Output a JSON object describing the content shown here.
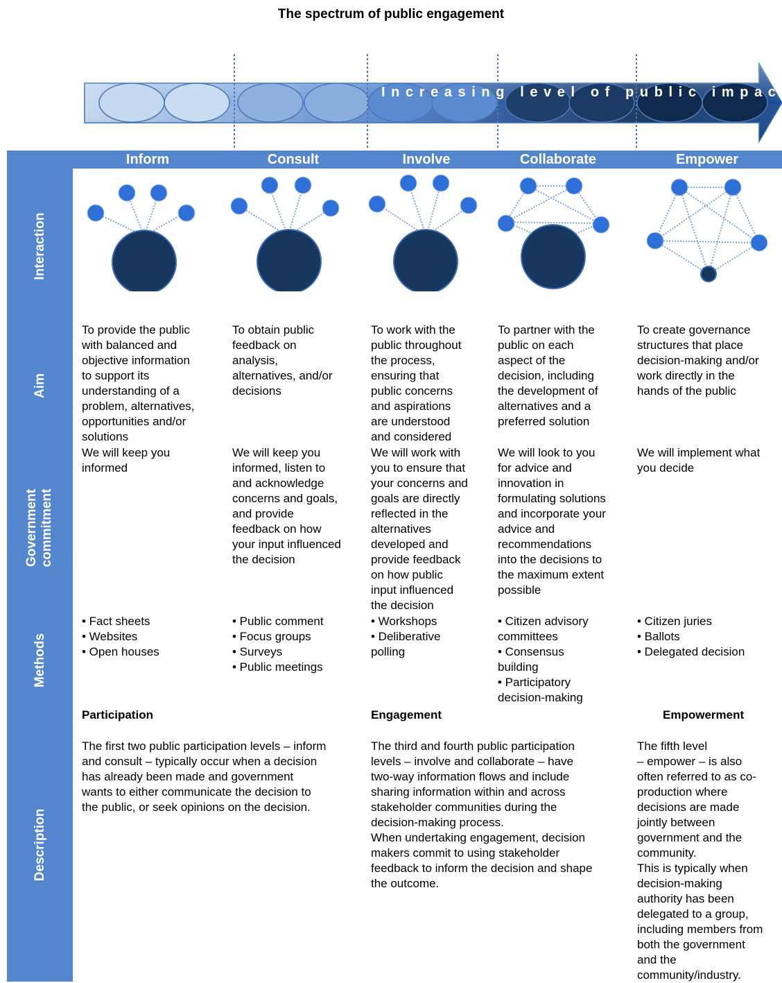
{
  "title": "The spectrum of public engagement",
  "arrow_label": "Increasing level of public impact",
  "columns": [
    "Inform",
    "Consult",
    "Involve",
    "Collaborate",
    "Empower"
  ],
  "row_labels": {
    "interaction": "Interaction",
    "aim": "Aim",
    "commitment": "Government\ncommitment",
    "methods": "Methods",
    "description": "Description"
  },
  "aim": [
    "To provide the public\nwith balanced and\nobjective information\nto support its\nunderstanding of a\nproblem, alternatives,\nopportunities and/or\nsolutions",
    "To obtain public\nfeedback on\nanalysis,\nalternatives, and/or\ndecisions",
    "To work with the\npublic throughout\nthe process,\nensuring that\npublic concerns\nand aspirations\nare understood\nand considered",
    "To partner with the\npublic on each\naspect of the\ndecision, including\nthe development of\nalternatives and a\npreferred solution",
    "To create governance\nstructures that place\ndecision-making and/or\nwork directly in the\nhands of the public"
  ],
  "commitment": [
    "We will keep you\ninformed",
    "We will keep you\ninformed, listen to\nand acknowledge\nconcerns and goals,\nand provide\nfeedback on how\nyour input influenced\nthe decision",
    "We will work with\nyou to ensure that\nyour concerns and\ngoals are directly\nreflected in the\nalternatives\ndeveloped and\nprovide feedback\non how public\ninput influenced\nthe decision",
    "We will look to you\nfor advice and\ninnovation in\nformulating solutions\nand incorporate your\nadvice and\nrecommendations\ninto the decisions to\nthe maximum extent\npossible",
    "We will implement what\nyou decide"
  ],
  "methods": [
    "• Fact sheets\n• Websites\n• Open houses",
    "• Public comment\n• Focus groups\n• Surveys\n• Public meetings",
    "• Workshops\n• Deliberative\npolling",
    "• Citizen advisory\ncommittees\n• Consensus\nbuilding\n• Participatory\ndecision-making",
    "• Citizen juries\n• Ballots\n• Delegated decision"
  ],
  "description": {
    "participation": {
      "heading": "Participation",
      "text": "The first two public participation levels – inform\nand consult – typically occur when a decision\nhas already been made and government\nwants to either communicate the decision to\nthe public, or seek opinions on the decision."
    },
    "engagement": {
      "heading": "Engagement",
      "text": "The third and fourth public participation\nlevels – involve and collaborate – have\ntwo-way information flows and include\nsharing information within and across\nstakeholder communities during the\ndecision-making process.\nWhen undertaking engagement, decision\nmakers commit to using stakeholder\nfeedback to inform the decision and shape\nthe outcome."
    },
    "empowerment": {
      "heading": "Empowerment",
      "text": "The fifth level\n– empower – is also\noften referred to as co-\nproduction where\ndecisions are made\njointly between\ngovernment and the\ncommunity.\nThis is typically when\ndecision-making\nauthority has been\ndelegated to a group,\nincluding members from\nboth the government\nand the\ncommunity/industry."
    }
  },
  "colors": {
    "band": "#5486cd",
    "hub": "#17375e",
    "node": "#2f6fd8",
    "arrow_light": "#c5d9f1",
    "arrow_dark": "#17375e"
  }
}
